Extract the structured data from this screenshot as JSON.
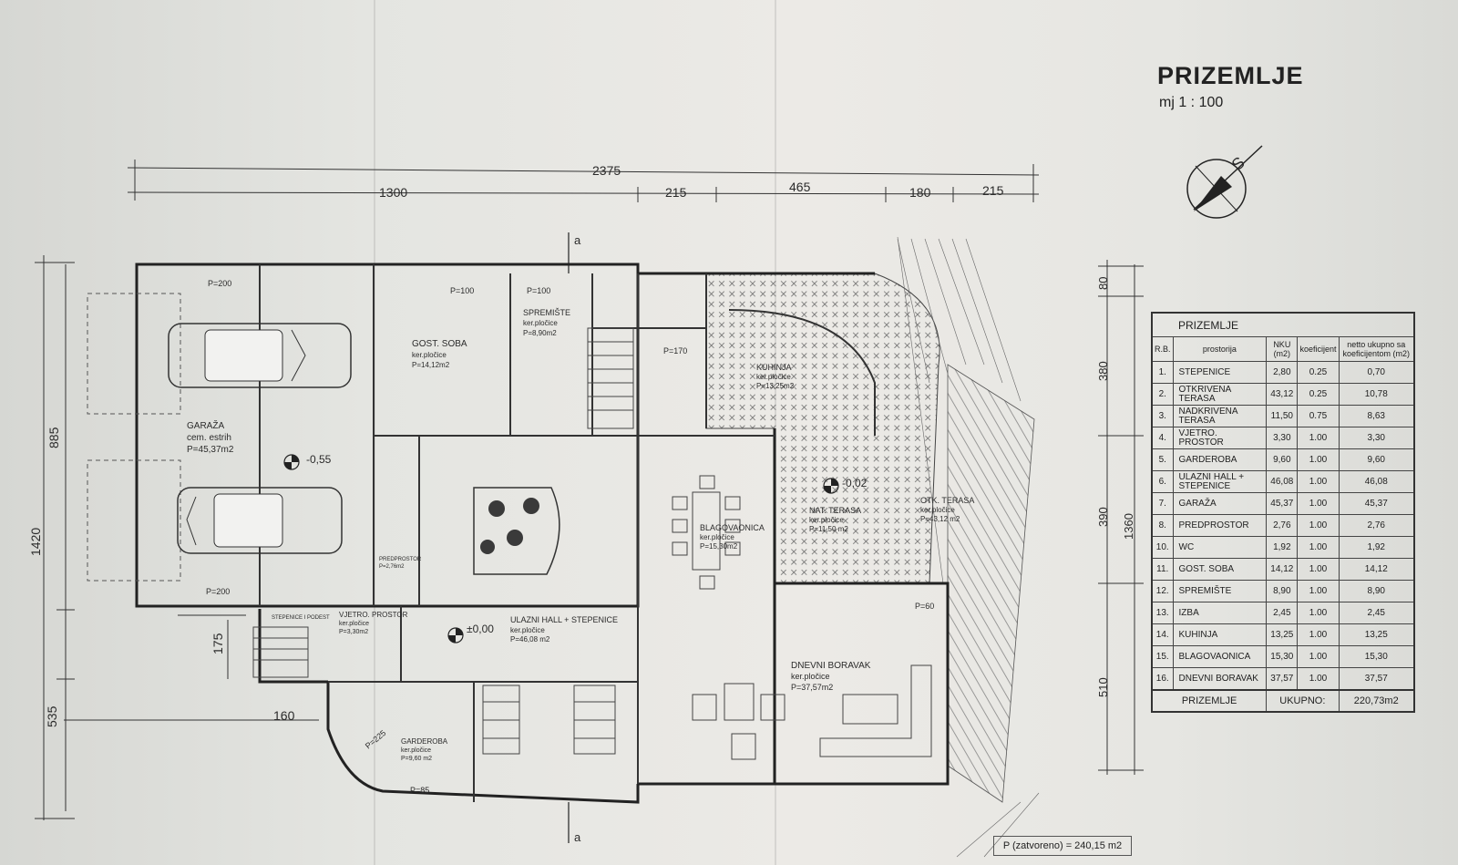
{
  "header": {
    "title": "PRIZEMLJE",
    "scale": "mj 1 : 100"
  },
  "north": {
    "label": "S"
  },
  "dimensions": {
    "total_width": "2375",
    "top_segments": [
      "1300",
      "215",
      "465",
      "180",
      "215"
    ],
    "left_total": "1420",
    "left_upper": "885",
    "left_mid": "175",
    "left_lower": "535",
    "left_offset": "160",
    "right_total": "1360",
    "right_segments": [
      "80",
      "380",
      "390",
      "510"
    ]
  },
  "section_marker": "a",
  "rooms": {
    "garaza": {
      "name": "GARAŽA",
      "floor": "cem. estrih",
      "area": "P=45,37m2",
      "level": "-0,55"
    },
    "gost_soba": {
      "name": "GOST. SOBA",
      "floor": "ker.pločice",
      "area": "P=14,12m2"
    },
    "spremiste": {
      "name": "SPREMIŠTE",
      "floor": "ker.pločice",
      "area": "P=8,90m2"
    },
    "kuhinja": {
      "name": "KUHINJA",
      "floor": "ker.pločice",
      "area": "P=13,25m2"
    },
    "blagovaonica": {
      "name": "BLAGOVAONICA",
      "floor": "ker.pločice",
      "area": "P=15,30m2"
    },
    "nat_terasa": {
      "name": "NAT. TERASA",
      "floor": "ker.pločice",
      "area": "P=11,50 m2",
      "level": "-0,02"
    },
    "otk_terasa": {
      "name": "OTK. TERASA",
      "floor": "ker.pločice",
      "area": "P=43,12 m2"
    },
    "ulazni_hall": {
      "name": "ULAZNI HALL + STEPENICE",
      "floor": "ker.pločice",
      "area": "P=46,08 m2",
      "level": "±0,00"
    },
    "vjetro": {
      "name": "VJETRO. PROSTOR",
      "floor": "ker.pločice",
      "area": "P=3,30m2"
    },
    "dnevni": {
      "name": "DNEVNI BORAVAK",
      "floor": "ker.pločice",
      "area": "P=37,57m2"
    },
    "garderoba": {
      "name": "GARDEROBA",
      "floor": "ker.pločice",
      "area": "P=9,60 m2"
    },
    "predprostor": {
      "name": "PREDPROSTOR",
      "area": "P=2,76m2"
    },
    "stepenice": {
      "name": "STEPENICE I PODEST"
    }
  },
  "openings": {
    "p200_top": "P=200",
    "p200_bottom": "P=200",
    "p100_a": "P=100",
    "p100_b": "P=100",
    "p170": "P=170",
    "p60": "P=60",
    "p85": "P=85",
    "p225": "P=225"
  },
  "table": {
    "title": "PRIZEMLJE",
    "columns": [
      "R.B.",
      "prostorija",
      "NKU (m2)",
      "koeficijent",
      "netto ukupno sa koeficijentom (m2)"
    ],
    "rows": [
      {
        "rb": "1.",
        "name": "STEPENICE",
        "nku": "2,80",
        "koef": "0.25",
        "net": "0,70"
      },
      {
        "rb": "2.",
        "name": "OTKRIVENA TERASA",
        "nku": "43,12",
        "koef": "0.25",
        "net": "10,78"
      },
      {
        "rb": "3.",
        "name": "NADKRIVENA TERASA",
        "nku": "11,50",
        "koef": "0.75",
        "net": "8,63"
      },
      {
        "rb": "4.",
        "name": "VJETRO. PROSTOR",
        "nku": "3,30",
        "koef": "1.00",
        "net": "3,30"
      },
      {
        "rb": "5.",
        "name": "GARDEROBA",
        "nku": "9,60",
        "koef": "1.00",
        "net": "9,60"
      },
      {
        "rb": "6.",
        "name": "ULAZNI HALL + STEPENICE",
        "nku": "46,08",
        "koef": "1.00",
        "net": "46,08"
      },
      {
        "rb": "7.",
        "name": "GARAŽA",
        "nku": "45,37",
        "koef": "1.00",
        "net": "45,37"
      },
      {
        "rb": "8.",
        "name": "PREDPROSTOR",
        "nku": "2,76",
        "koef": "1.00",
        "net": "2,76"
      },
      {
        "rb": "10.",
        "name": "WC",
        "nku": "1,92",
        "koef": "1.00",
        "net": "1,92"
      },
      {
        "rb": "11.",
        "name": "GOST. SOBA",
        "nku": "14,12",
        "koef": "1.00",
        "net": "14,12"
      },
      {
        "rb": "12.",
        "name": "SPREMIŠTE",
        "nku": "8,90",
        "koef": "1.00",
        "net": "8,90"
      },
      {
        "rb": "13.",
        "name": "IZBA",
        "nku": "2,45",
        "koef": "1.00",
        "net": "2,45"
      },
      {
        "rb": "14.",
        "name": "KUHINJA",
        "nku": "13,25",
        "koef": "1.00",
        "net": "13,25"
      },
      {
        "rb": "15.",
        "name": "BLAGOVAONICA",
        "nku": "15,30",
        "koef": "1.00",
        "net": "15,30"
      },
      {
        "rb": "16.",
        "name": "DNEVNI BORAVAK",
        "nku": "37,57",
        "koef": "1.00",
        "net": "37,57"
      }
    ],
    "total_label": "PRIZEMLJE",
    "total_word": "UKUPNO:",
    "total_value": "220,73m2"
  },
  "closed_area": "P (zatvoreno) = 240,15 m2",
  "colors": {
    "ink": "#2b2b2b",
    "paper": "#eceae6",
    "hatch": "#555555"
  }
}
